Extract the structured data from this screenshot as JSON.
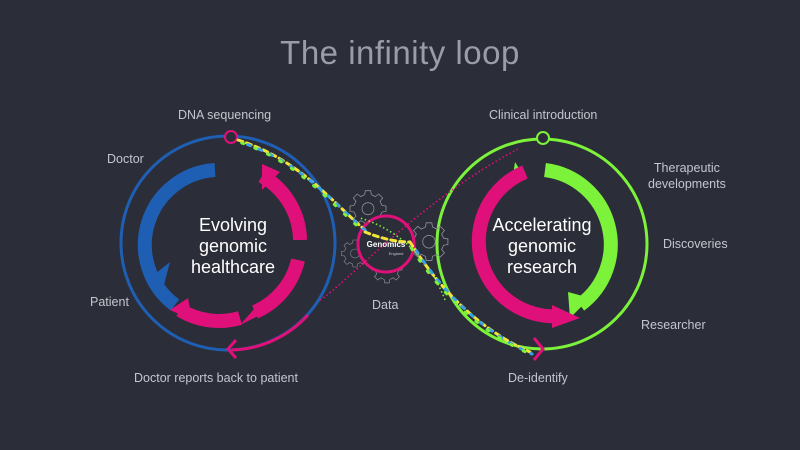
{
  "title": "The infinity loop",
  "left_loop": {
    "center_text": "Evolving\ngenomic\nhealthcare",
    "labels": {
      "top": "DNA sequencing",
      "upper_left": "Doctor",
      "lower_left": "Patient",
      "bottom": "Doctor reports back to patient"
    }
  },
  "right_loop": {
    "center_text": "Accelerating\ngenomic\nresearch",
    "labels": {
      "top": "Clinical introduction",
      "upper_right": "Therapeutic\ndevelopments",
      "right": "Discoveries",
      "lower_right": "Researcher",
      "bottom": "De-identify"
    }
  },
  "center": {
    "logo_text": "Genomics",
    "logo_subtext": "England",
    "label": "Data"
  },
  "colors": {
    "background": "#2b2d38",
    "blue": "#1f5fb3",
    "magenta": "#e0107a",
    "green": "#7cf23a",
    "text": "#c4c6cf",
    "title": "#9a9ca8",
    "gear": "#8c8e98"
  },
  "icons": [
    "gear-icon",
    "dna-strand-icon",
    "arrow-chevron-icon"
  ]
}
